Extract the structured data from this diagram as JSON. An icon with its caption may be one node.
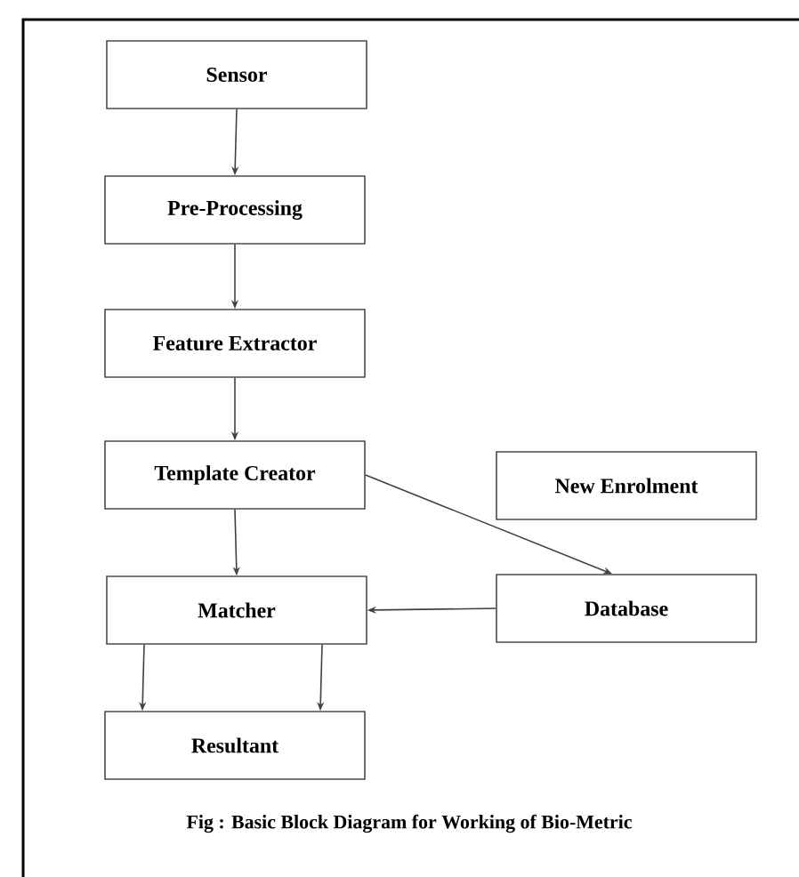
{
  "diagram": {
    "caption": "Fig : Basic Block Diagram for Working of Bio-Metric",
    "nodes": [
      {
        "text": [
          "Sensor"
        ]
      },
      {
        "text": [
          "Pre-Processing"
        ]
      },
      {
        "text": [
          "Feature Extractor"
        ]
      },
      {
        "text": [
          "Template Creator"
        ]
      },
      {
        "text": [
          "New Enrolment"
        ]
      },
      {
        "text": [
          "Matcher"
        ]
      },
      {
        "text": [
          "Database"
        ]
      },
      {
        "text": [
          "Resultant"
        ]
      }
    ],
    "edges": [
      {
        "from": 0,
        "to": 1,
        "arrow": "to"
      },
      {
        "from": 1,
        "to": 2,
        "arrow": "to"
      },
      {
        "from": 2,
        "to": 3,
        "arrow": "to"
      },
      {
        "from": 3,
        "to": 5,
        "arrow": "to"
      },
      {
        "from": 3,
        "to": 6,
        "arrow": "to"
      },
      {
        "from": 6,
        "to": 5,
        "arrow": "to"
      },
      {
        "from": 5,
        "to": 7,
        "arrow": "to"
      },
      {
        "from": 5,
        "to": 7,
        "arrow": "to"
      }
    ]
  }
}
